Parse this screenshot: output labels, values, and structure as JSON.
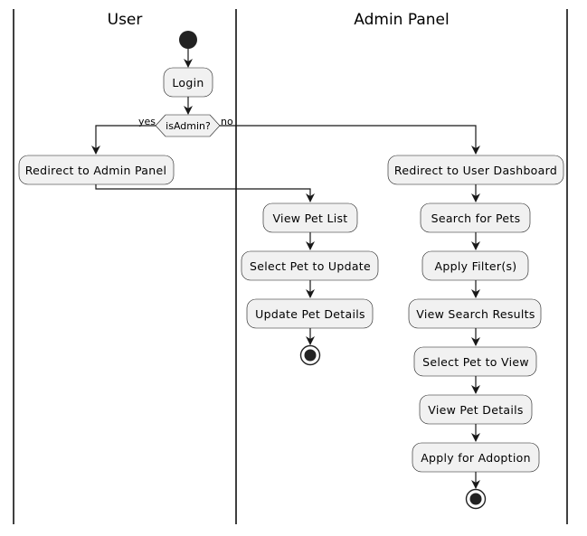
{
  "lanes": {
    "user": "User",
    "admin": "Admin Panel"
  },
  "nodes": {
    "login": "Login",
    "decision": "isAdmin?",
    "yes": "yes",
    "no": "no",
    "redirect_admin": "Redirect to Admin Panel",
    "redirect_user": "Redirect to User Dashboard",
    "view_pet_list": "View Pet List",
    "select_pet_update": "Select Pet to Update",
    "update_pet_details": "Update Pet Details",
    "search_pets": "Search for Pets",
    "apply_filters": "Apply Filter(s)",
    "view_search_results": "View Search Results",
    "select_pet_view": "Select Pet to View",
    "view_pet_details": "View Pet Details",
    "apply_adoption": "Apply for Adoption"
  },
  "colors": {
    "node_fill": "#f1f1f1",
    "stroke": "#181818",
    "start_end": "#222222"
  }
}
